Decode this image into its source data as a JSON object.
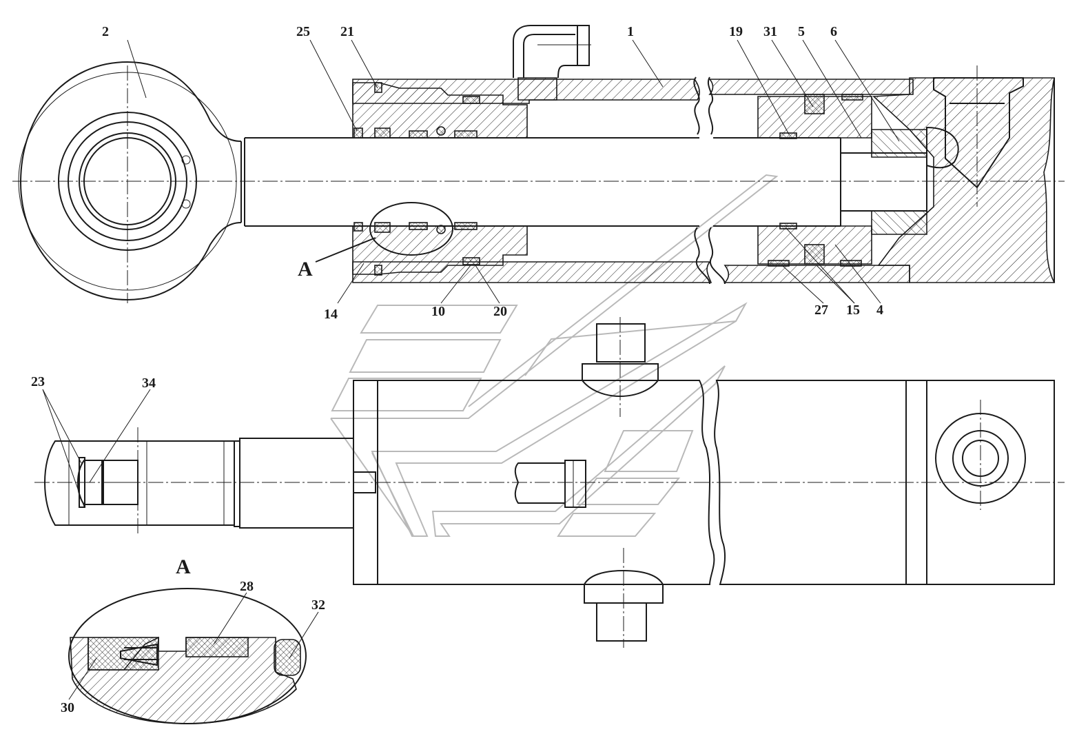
{
  "callouts": {
    "c1": "1",
    "c2": "2",
    "c4": "4",
    "c5": "5",
    "c6": "6",
    "c10": "10",
    "c14": "14",
    "c15": "15",
    "c19": "19",
    "c20": "20",
    "c21": "21",
    "c23": "23",
    "c25": "25",
    "c27": "27",
    "c28": "28",
    "c30": "30",
    "c31": "31",
    "c32": "32",
    "c34": "34"
  },
  "detail": {
    "marker": "A",
    "title": "A"
  },
  "colors": {
    "line": "#1a1a1a",
    "watermark": "#b9b9b9",
    "background": "#ffffff"
  }
}
